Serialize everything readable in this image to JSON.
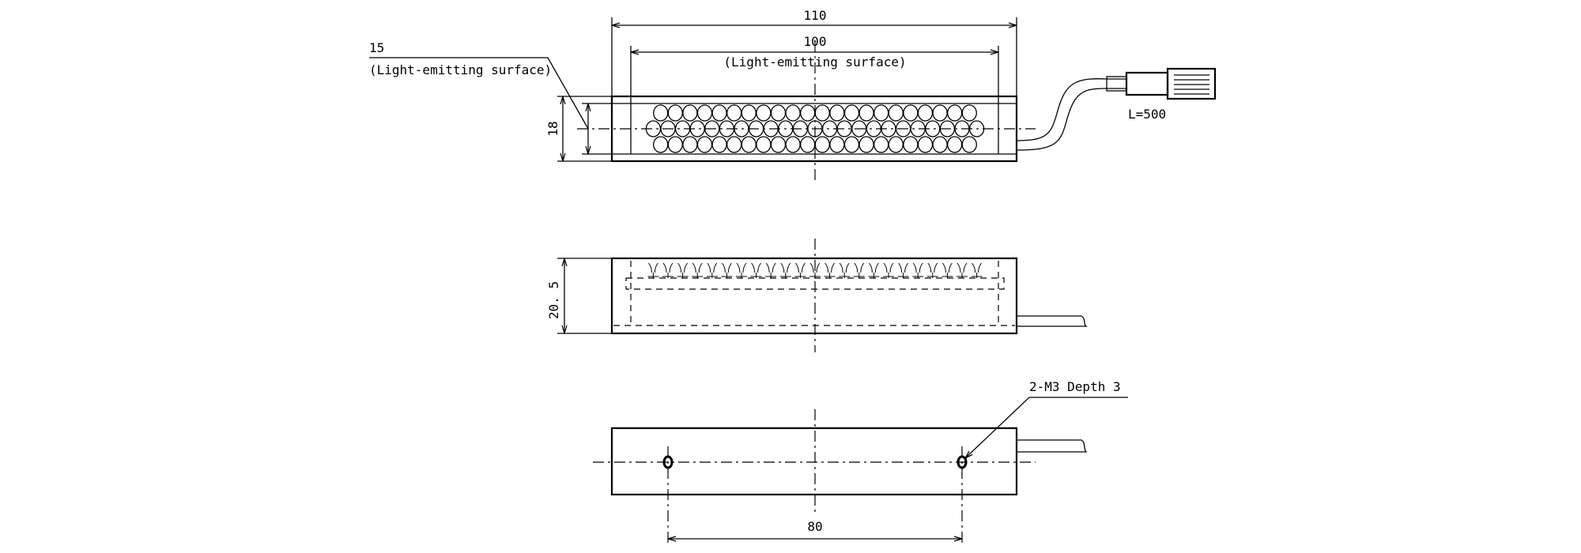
{
  "top_view": {
    "overall_length": "110",
    "surface_length": "100",
    "surface_length_note": "(Light-emitting surface)",
    "surface_width": "15",
    "surface_width_note": "(Light-emitting surface)",
    "height": "18",
    "cable_length": "L=500",
    "led_rows": [
      22,
      23,
      22
    ]
  },
  "side_view": {
    "height": "20. 5"
  },
  "bottom_view": {
    "hole_spacing": "80",
    "hole_note": "2-M3 Depth 3"
  }
}
